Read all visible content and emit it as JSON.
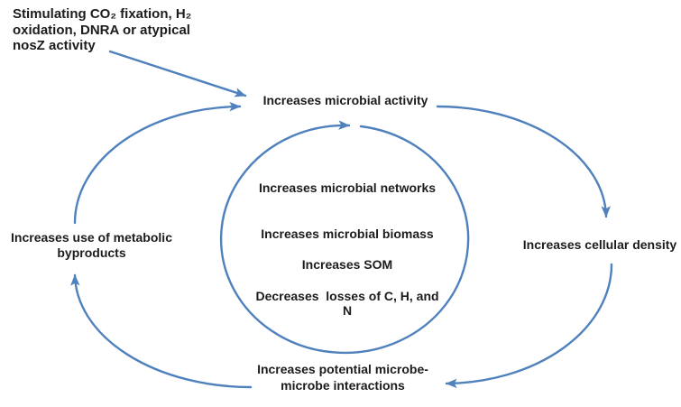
{
  "figure": {
    "colors": {
      "arrow": "#4f81bd",
      "text": "#1c1c1c",
      "background": "#ffffff"
    },
    "stimulus": {
      "label": "Stimulating CO₂ fixation, H₂ oxidation, DNRA or atypical nosZ activity"
    },
    "outer_cycle": {
      "top": "Increases microbial activity",
      "right": "Increases cellular density",
      "bottom": "Increases potential microbe-microbe interactions",
      "left": "Increases use of metabolic byproducts"
    },
    "inner_circle": {
      "items": [
        "Increases microbial networks",
        "Increases microbial biomass",
        "Increases SOM",
        "Decreases  losses of C, H, and N"
      ]
    }
  }
}
